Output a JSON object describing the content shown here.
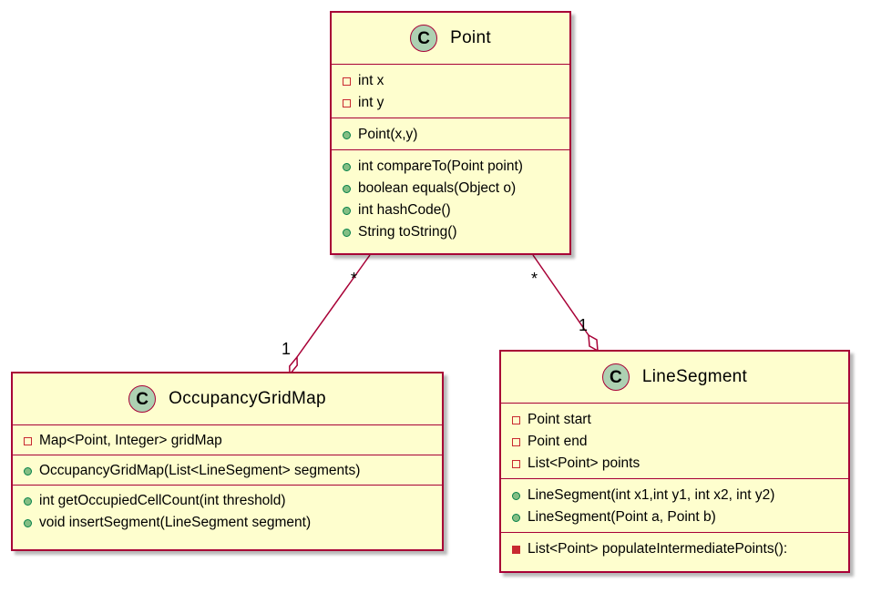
{
  "colors": {
    "class_background": "#fefece",
    "class_border": "#a80036",
    "class_icon": "#add1b2",
    "private_marker": "#c82930",
    "public_marker": "#84be84",
    "link_line": "#a80036"
  },
  "classes": {
    "point": {
      "icon_letter": "C",
      "name": "Point",
      "fields": [
        {
          "visibility": "private",
          "text": "int x"
        },
        {
          "visibility": "private",
          "text": "int y"
        }
      ],
      "constructors": [
        {
          "visibility": "public",
          "text": "Point(x,y)"
        }
      ],
      "methods": [
        {
          "visibility": "public",
          "text": "int compareTo(Point point)"
        },
        {
          "visibility": "public",
          "text": "boolean equals(Object o)"
        },
        {
          "visibility": "public",
          "text": "int hashCode()"
        },
        {
          "visibility": "public",
          "text": "String toString()"
        }
      ]
    },
    "occupancy_grid_map": {
      "icon_letter": "C",
      "name": "OccupancyGridMap",
      "fields": [
        {
          "visibility": "private",
          "text": "Map<Point, Integer> gridMap"
        }
      ],
      "constructors": [
        {
          "visibility": "public",
          "text": "OccupancyGridMap(List<LineSegment> segments)"
        }
      ],
      "methods": [
        {
          "visibility": "public",
          "text": "int getOccupiedCellCount(int threshold)"
        },
        {
          "visibility": "public",
          "text": "void insertSegment(LineSegment segment)"
        }
      ]
    },
    "line_segment": {
      "icon_letter": "C",
      "name": "LineSegment",
      "fields": [
        {
          "visibility": "private",
          "text": "Point start"
        },
        {
          "visibility": "private",
          "text": "Point end"
        },
        {
          "visibility": "private",
          "text": "List<Point> points"
        }
      ],
      "constructors": [
        {
          "visibility": "public",
          "text": "LineSegment(int x1,int y1, int x2, int y2)"
        },
        {
          "visibility": "public",
          "text": "LineSegment(Point a, Point b)"
        }
      ],
      "methods": [
        {
          "visibility": "private-method",
          "text": "List<Point> populateIntermediatePoints():"
        }
      ]
    }
  },
  "relations": [
    {
      "from": "Point",
      "to": "OccupancyGridMap",
      "type": "aggregation",
      "from_multiplicity": "*",
      "to_multiplicity": "1"
    },
    {
      "from": "Point",
      "to": "LineSegment",
      "type": "aggregation",
      "from_multiplicity": "*",
      "to_multiplicity": "1"
    }
  ]
}
